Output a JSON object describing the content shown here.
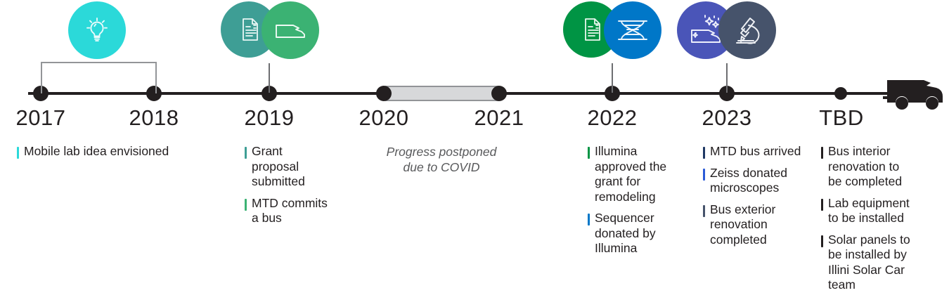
{
  "axis": {
    "color": "#231f20",
    "end_icon": "bus-silhouette-icon"
  },
  "covid_gap": {
    "note_line1": "Progress postponed",
    "note_line2": "due to COVID",
    "band_color": "#d7d8da",
    "band_border": "#929497"
  },
  "bracket": {
    "from": "2017",
    "to": "2018",
    "color": "#939598"
  },
  "colors": {
    "cyan": "#2BD9D9",
    "teal": "#3E9E95",
    "green_light": "#3BB273",
    "green_dark": "#009444",
    "blue": "#0077C8",
    "indigo": "#4A55B8",
    "slate": "#46536B",
    "navy": "#1F3864",
    "gray": "#6d6e71"
  },
  "milestones": [
    {
      "year": "2017",
      "items": [
        {
          "text": "Mobile lab idea envisioned",
          "marker_color": "#2BD9D9"
        }
      ],
      "icons": []
    },
    {
      "year": "2018",
      "items": [],
      "icons": [
        {
          "name": "lightbulb-icon",
          "circle_color": "#2BD9D9"
        }
      ]
    },
    {
      "year": "2019",
      "items": [
        {
          "text": "Grant proposal submitted",
          "marker_color": "#3E9E95"
        },
        {
          "text": "MTD commits a bus",
          "marker_color": "#3BB273"
        }
      ],
      "icons": [
        {
          "name": "document-icon",
          "circle_color": "#3E9E95"
        },
        {
          "name": "bus-icon",
          "circle_color": "#3BB273"
        }
      ]
    },
    {
      "year": "2020",
      "items": [],
      "icons": []
    },
    {
      "year": "2021",
      "items": [],
      "icons": []
    },
    {
      "year": "2022",
      "items": [
        {
          "text": "Illumina approved the grant for remodeling",
          "marker_color": "#009444"
        },
        {
          "text": "Sequencer donated by Illumina",
          "marker_color": "#0077C8"
        }
      ],
      "icons": [
        {
          "name": "document-icon",
          "circle_color": "#009444"
        },
        {
          "name": "dna-helix-icon",
          "circle_color": "#0077C8"
        }
      ]
    },
    {
      "year": "2023",
      "items": [
        {
          "text": "MTD bus arrived",
          "marker_color": "#1F3864"
        },
        {
          "text": "Zeiss donated microscopes",
          "marker_color": "#2B5BD7"
        },
        {
          "text": "Bus exterior renovation completed",
          "marker_color": "#46536B"
        }
      ],
      "icons": [
        {
          "name": "sparkle-bus-icon",
          "circle_color": "#4A55B8"
        },
        {
          "name": "microscope-icon",
          "circle_color": "#46536B"
        }
      ]
    },
    {
      "year": "TBD",
      "items": [
        {
          "text": "Bus interior renovation to be completed",
          "marker_color": "#231f20"
        },
        {
          "text": "Lab equipment to be installed",
          "marker_color": "#231f20"
        },
        {
          "text": "Solar panels to be installed by Illini Solar Car team",
          "marker_color": "#231f20"
        }
      ],
      "icons": []
    }
  ]
}
